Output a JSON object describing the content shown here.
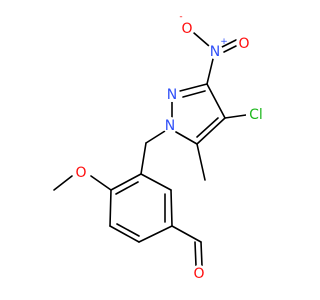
{
  "molecule": {
    "atoms": {
      "nitro_o_minus": {
        "symbol": "O",
        "charge": "-",
        "color": "#ff0d0d"
      },
      "nitro_n": {
        "symbol": "N",
        "charge": "+",
        "color": "#3050f8"
      },
      "nitro_o": {
        "symbol": "O",
        "color": "#ff0d0d"
      },
      "ring_n2": {
        "symbol": "N",
        "color": "#3050f8"
      },
      "ring_n1": {
        "symbol": "N",
        "color": "#3050f8"
      },
      "chlorine": {
        "symbol": "Cl",
        "color": "#1fb81f"
      },
      "methoxy_o": {
        "symbol": "O",
        "color": "#ff0d0d"
      },
      "aldehyde_o": {
        "symbol": "O",
        "color": "#ff0d0d"
      }
    }
  }
}
